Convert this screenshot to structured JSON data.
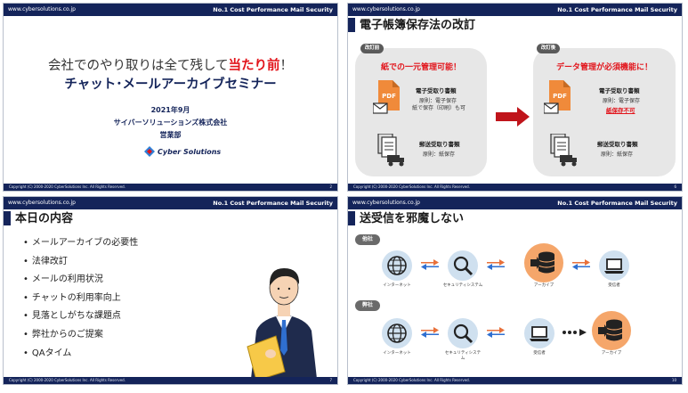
{
  "common": {
    "url": "www.cybersolutions.co.jp",
    "tagline": "No.1 Cost Performance Mail Security",
    "copyright": "Copyright (C) 2000-2020 CyberSolutions Inc. All Rights Reserved.",
    "navy": "#14245a",
    "red": "#e2141b",
    "orange": "#f5a66a"
  },
  "slide1": {
    "title_pre": "会社でのやり取りは全て残して",
    "title_highlight": "当たり前",
    "title_post": "！",
    "subtitle": "チャット･メールアーカイブセミナー",
    "date": "2021年9月",
    "company": "サイバーソリューションズ株式会社",
    "dept": "営業部",
    "logo_text": "Cyber Solutions",
    "page": "2"
  },
  "slide2": {
    "title": "電子帳簿保存法の改訂",
    "before_pill": "改訂前",
    "after_pill": "改訂後",
    "before_head": "紙での一元管理可能！",
    "after_head": "データ管理が必須機能に！",
    "edoc_title": "電子受取り書類",
    "before_edoc_line1": "原則：電子保存",
    "before_edoc_line2": "紙で保存（印刷）も可",
    "after_edoc_line1": "原則：電子保存",
    "after_edoc_warn": "紙保存不可",
    "mail_title": "郵送受取り書類",
    "mail_line": "原則：紙保存",
    "pdf_label": "PDF",
    "page": "6"
  },
  "slide3": {
    "title": "本日の内容",
    "items": [
      "メールアーカイブの必要性",
      "法律改訂",
      "メールの利用状況",
      "チャットの利用率向上",
      "見落としがちな課題点",
      "弊社からのご提案",
      "QAタイム"
    ],
    "page": "7"
  },
  "slide4": {
    "title": "送受信を邪魔しない",
    "group1": "他社",
    "group2": "弊社",
    "internet": "インターネット",
    "security": "セキュリティシステム",
    "security2a": "セキュリティシステ",
    "security2b": "ム",
    "archive": "アーカイブ",
    "receiver": "受信者",
    "page": "10"
  }
}
